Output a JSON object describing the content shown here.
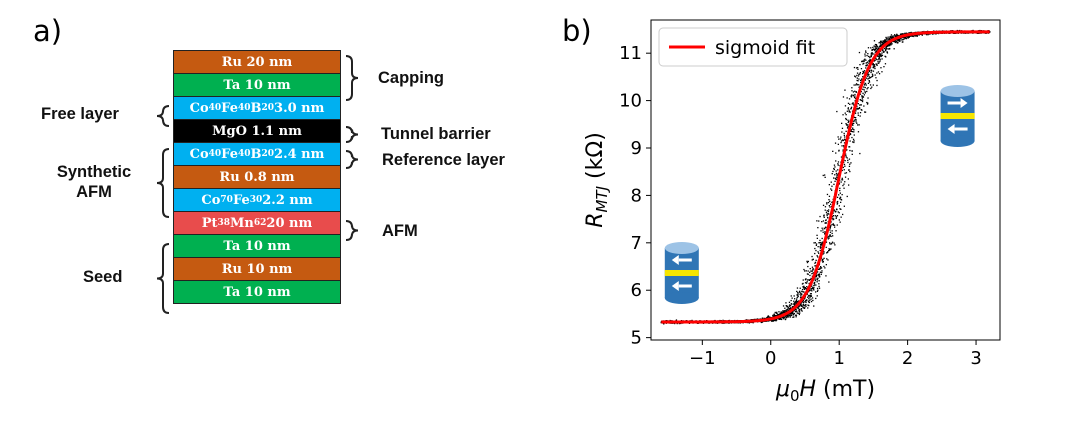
{
  "panel_a": {
    "label": "a)",
    "layers": [
      {
        "parts": [
          {
            "t": "Ru 20 nm"
          }
        ],
        "color": "#c55a11"
      },
      {
        "parts": [
          {
            "t": "Ta 10 nm"
          }
        ],
        "color": "#00b050"
      },
      {
        "parts": [
          {
            "t": "Co"
          },
          {
            "t": "40",
            "sub": true
          },
          {
            "t": "Fe"
          },
          {
            "t": "40",
            "sub": true
          },
          {
            "t": "B"
          },
          {
            "t": "20",
            "sub": true
          },
          {
            "t": " 3.0 nm"
          }
        ],
        "color": "#00b0f0"
      },
      {
        "parts": [
          {
            "t": "MgO 1.1 nm"
          }
        ],
        "color": "#000000"
      },
      {
        "parts": [
          {
            "t": "Co"
          },
          {
            "t": "40",
            "sub": true
          },
          {
            "t": "Fe"
          },
          {
            "t": "40",
            "sub": true
          },
          {
            "t": "B"
          },
          {
            "t": "20",
            "sub": true
          },
          {
            "t": "2.4 nm"
          }
        ],
        "color": "#00b0f0"
      },
      {
        "parts": [
          {
            "t": "Ru 0.8 nm"
          }
        ],
        "color": "#c55a11"
      },
      {
        "parts": [
          {
            "t": "Co"
          },
          {
            "t": "70",
            "sub": true
          },
          {
            "t": "Fe"
          },
          {
            "t": "30",
            "sub": true
          },
          {
            "t": " 2.2 nm"
          }
        ],
        "color": "#00b0f0"
      },
      {
        "parts": [
          {
            "t": "Pt"
          },
          {
            "t": "38",
            "sub": true
          },
          {
            "t": "Mn"
          },
          {
            "t": "62",
            "sub": true
          },
          {
            "t": " 20 nm"
          }
        ],
        "color": "#e84c4c"
      },
      {
        "parts": [
          {
            "t": "Ta 10 nm"
          }
        ],
        "color": "#00b050"
      },
      {
        "parts": [
          {
            "t": "Ru 10 nm"
          }
        ],
        "color": "#c55a11"
      },
      {
        "parts": [
          {
            "t": "Ta 10 nm"
          }
        ],
        "color": "#00b050"
      }
    ],
    "annotations": {
      "capping": "Capping",
      "free_layer": "Free layer",
      "tunnel_barrier": "Tunnel barrier",
      "reference_layer": "Reference layer",
      "synthetic_afm_line1": "Synthetic",
      "synthetic_afm_line2": "AFM",
      "afm": "AFM",
      "seed": "Seed"
    }
  },
  "panel_b": {
    "label": "b)",
    "chart_data": {
      "type": "scatter",
      "xlabel_symbol": "μ",
      "xlabel_sub": "0",
      "xlabel_var": "H",
      "xlabel_unit": " (mT)",
      "ylabel_symbol": "R",
      "ylabel_sub": "MTJ",
      "ylabel_unit": "(kΩ)",
      "xlim": [
        -1.75,
        3.35
      ],
      "ylim": [
        4.95,
        11.7
      ],
      "xticks": [
        -1,
        0,
        1,
        2,
        3
      ],
      "xtick_labels": [
        "−1",
        "0",
        "1",
        "2",
        "3"
      ],
      "yticks": [
        5,
        6,
        7,
        8,
        9,
        10,
        11
      ],
      "ytick_labels": [
        "5",
        "6",
        "7",
        "8",
        "9",
        "10",
        "11"
      ],
      "legend": {
        "label": "sigmoid fit",
        "placement": "top-left"
      },
      "scatter": {
        "color": "#000000",
        "x_range": [
          -1.6,
          3.2
        ],
        "spread_x_sd": 0.15
      },
      "series": [
        {
          "name": "sigmoid fit",
          "color": "#ff0000",
          "model": "sigmoid",
          "Rmin": 5.33,
          "Rmax": 11.45,
          "x0": 1.0,
          "width": 0.22,
          "x_range": [
            -1.6,
            3.2
          ]
        }
      ]
    },
    "insets": {
      "arrow_color": "#ffffff",
      "cylinder_color": "#2f75b5",
      "barrier_color": "#f7e600"
    }
  }
}
